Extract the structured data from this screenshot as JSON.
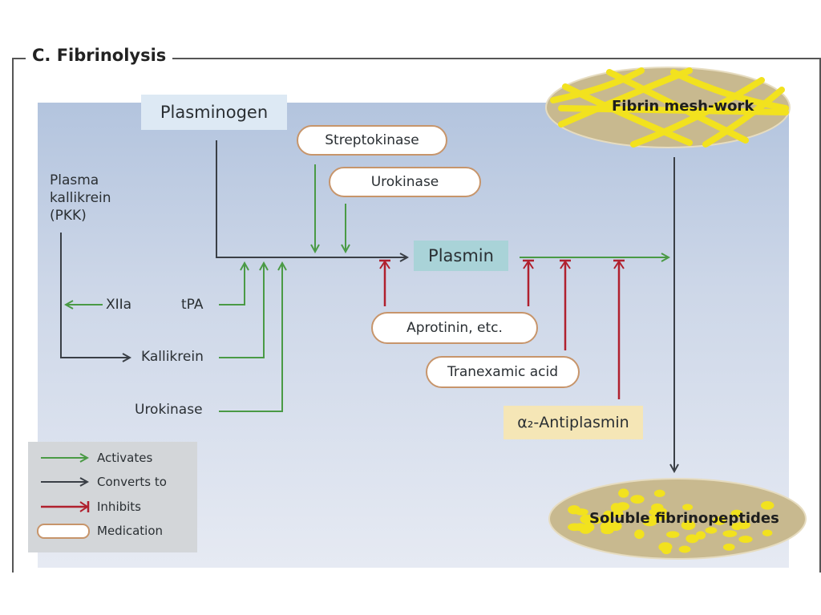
{
  "figure": {
    "title": "C.  Fibrinolysis"
  },
  "nodes": {
    "plasminogen": "Plasminogen",
    "plasmin": "Plasmin",
    "fibrin_meshwork": "Fibrin mesh-work",
    "soluble_fibrinopeptides": "Soluble fibrinopeptides",
    "plasma_kallikrein_line1": "Plasma",
    "plasma_kallikrein_line2": "kallikrein",
    "plasma_kallikrein_line3": "(PKK)",
    "xiia": "XIIa",
    "tpa": "tPA",
    "kallikrein": "Kallikrein",
    "urokinase_endogenous": "Urokinase",
    "alpha2_antiplasmin": "α₂-Antiplasmin"
  },
  "medications": {
    "streptokinase": "Streptokinase",
    "urokinase": "Urokinase",
    "aprotinin": "Aprotinin, etc.",
    "tranexamic_acid": "Tranexamic acid"
  },
  "legend": {
    "items": [
      {
        "label": "Activates",
        "kind": "activates"
      },
      {
        "label": "Converts to",
        "kind": "converts"
      },
      {
        "label": "Inhibits",
        "kind": "inhibits"
      },
      {
        "label": "Medication",
        "kind": "medication"
      }
    ]
  },
  "colors": {
    "activates": "#4a9a45",
    "converts": "#3a3f46",
    "inhibits": "#b0202e",
    "medication_border": "#c7956b",
    "fibrin_fill": "#c8b98f",
    "fibrin_strand": "#f2e21e"
  },
  "relations": [
    {
      "from": "Plasminogen",
      "to": "Plasmin",
      "type": "converts"
    },
    {
      "from": "Streptokinase",
      "to": "Plasminogen→Plasmin",
      "type": "activates"
    },
    {
      "from": "Urokinase (medication)",
      "to": "Plasminogen→Plasmin",
      "type": "activates"
    },
    {
      "from": "tPA",
      "to": "Plasminogen→Plasmin",
      "type": "activates"
    },
    {
      "from": "Kallikrein",
      "to": "Plasminogen→Plasmin",
      "type": "activates"
    },
    {
      "from": "Urokinase",
      "to": "Plasminogen→Plasmin",
      "type": "activates"
    },
    {
      "from": "XIIa",
      "to": "Plasma kallikrein (PKK)→Kallikrein",
      "type": "activates"
    },
    {
      "from": "Plasma kallikrein (PKK)",
      "to": "Kallikrein",
      "type": "converts"
    },
    {
      "from": "Aprotinin, etc.",
      "to": "Plasminogen→Plasmin",
      "type": "inhibits"
    },
    {
      "from": "Aprotinin, etc.",
      "to": "Plasmin→Fibrin",
      "type": "inhibits"
    },
    {
      "from": "Tranexamic acid",
      "to": "Plasmin→Fibrin",
      "type": "inhibits"
    },
    {
      "from": "α₂-Antiplasmin",
      "to": "Plasmin→Fibrin",
      "type": "inhibits"
    },
    {
      "from": "Plasmin",
      "to": "Fibrin mesh-work→Soluble fibrinopeptides",
      "type": "activates"
    },
    {
      "from": "Fibrin mesh-work",
      "to": "Soluble fibrinopeptides",
      "type": "converts"
    }
  ]
}
